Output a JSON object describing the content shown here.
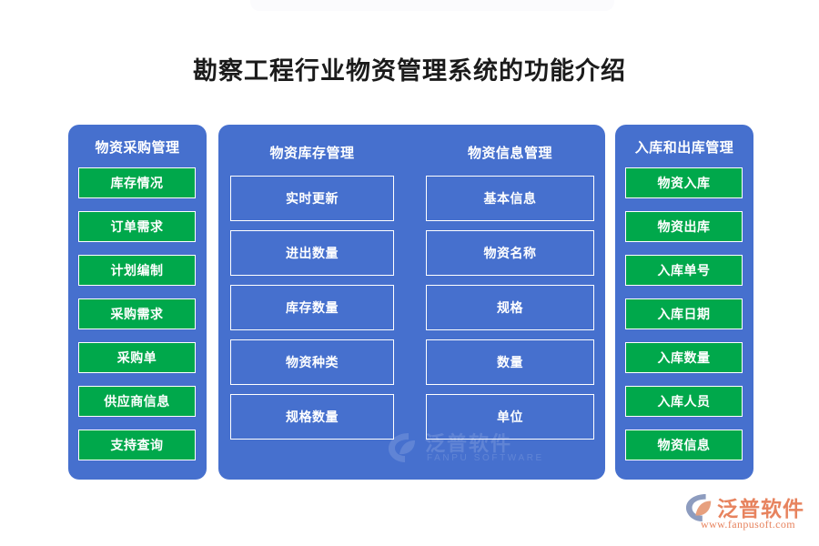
{
  "page": {
    "title": "勘察工程行业物资管理系统的功能介绍",
    "background_color": "#ffffff",
    "panel_color": "#4670ce",
    "accent_green": "#00a84b",
    "brand_color": "#e7835e"
  },
  "panels": [
    {
      "id": "purchase",
      "title": "物资采购管理",
      "style": "green-filled",
      "items": [
        {
          "label": "库存情况"
        },
        {
          "label": "订单需求"
        },
        {
          "label": "计划编制"
        },
        {
          "label": "采购需求"
        },
        {
          "label": "采购单"
        },
        {
          "label": "供应商信息"
        },
        {
          "label": "支持查询"
        }
      ]
    },
    {
      "id": "inventory",
      "title": "物资库存管理",
      "style": "outlined",
      "items": [
        {
          "label": "实时更新"
        },
        {
          "label": "进出数量"
        },
        {
          "label": "库存数量"
        },
        {
          "label": "物资种类"
        },
        {
          "label": "规格数量"
        }
      ]
    },
    {
      "id": "info",
      "title": "物资信息管理",
      "style": "outlined",
      "items": [
        {
          "label": "基本信息"
        },
        {
          "label": "物资名称"
        },
        {
          "label": "规格"
        },
        {
          "label": "数量"
        },
        {
          "label": "单位"
        }
      ]
    },
    {
      "id": "inout",
      "title": "入库和出库管理",
      "style": "green-filled",
      "items": [
        {
          "label": "物资入库"
        },
        {
          "label": "物资出库"
        },
        {
          "label": "入库单号"
        },
        {
          "label": "入库日期"
        },
        {
          "label": "入库数量"
        },
        {
          "label": "入库人员"
        },
        {
          "label": "物资信息"
        }
      ]
    }
  ],
  "watermark": {
    "name": "泛普软件",
    "subtitle": "FANPU SOFTWARE"
  },
  "brand": {
    "name": "泛普软件",
    "url": "www.fanpusoft.com"
  }
}
